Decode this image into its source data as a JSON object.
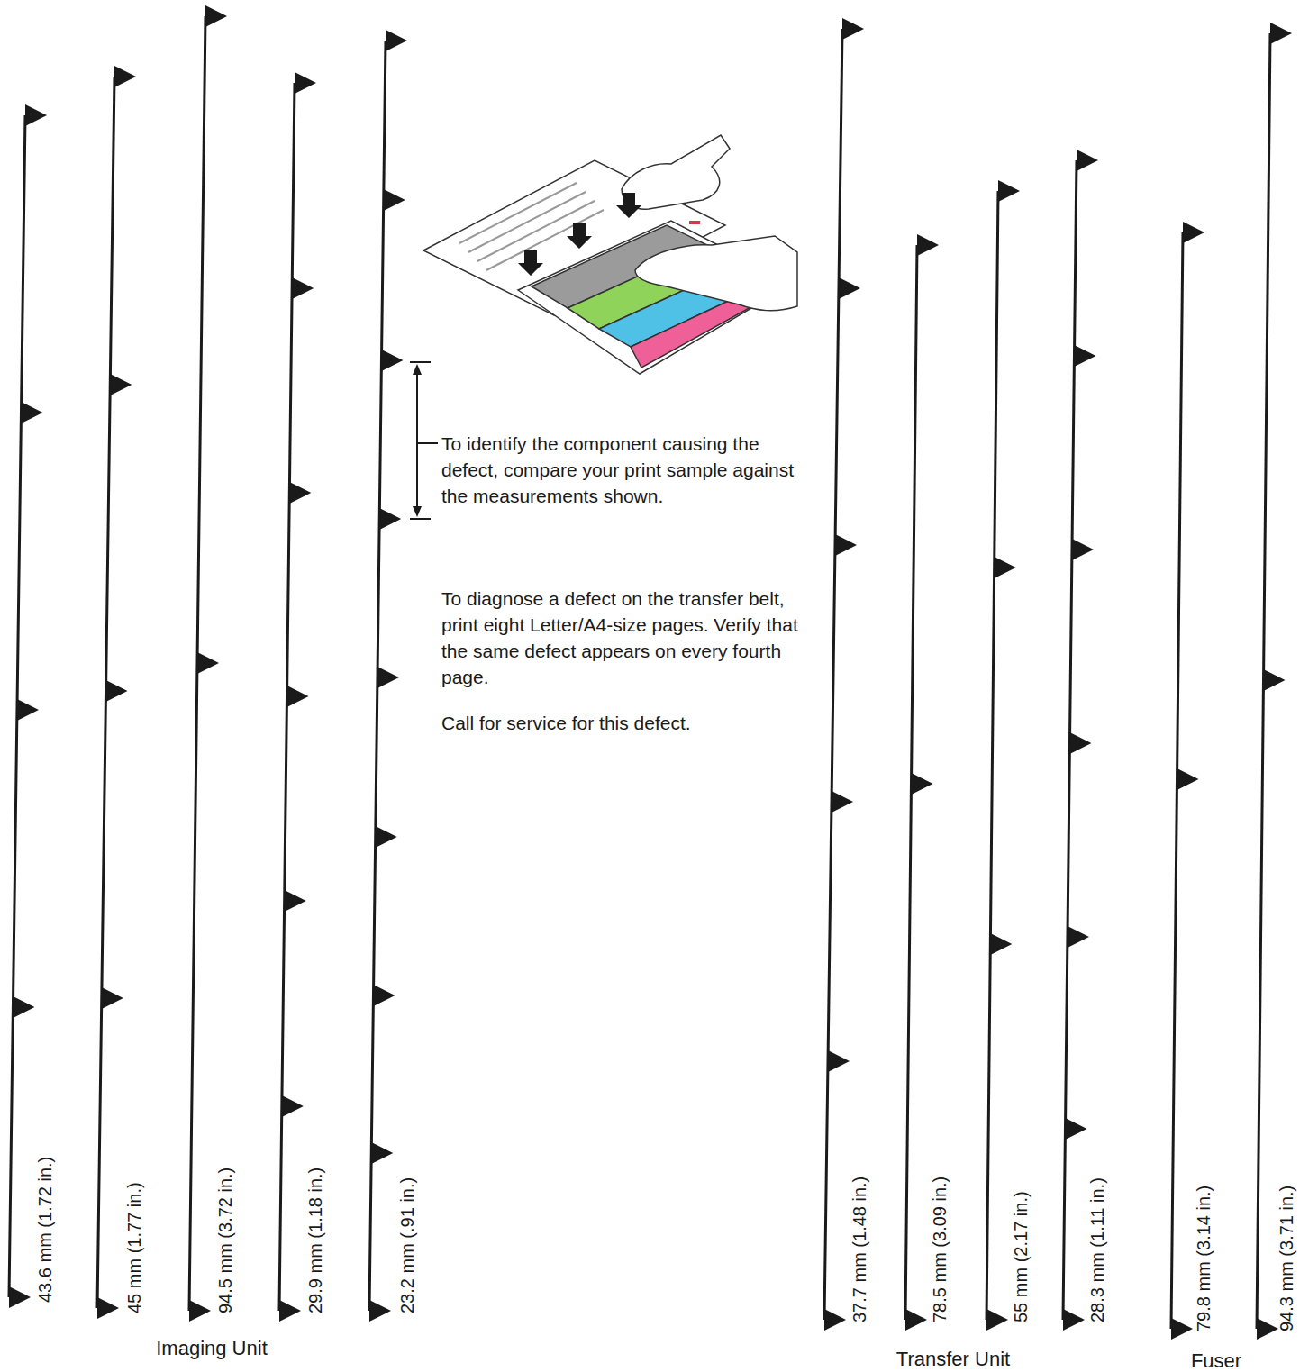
{
  "diagram": {
    "labels": [
      "43.6 mm (1.72 in.)",
      "45 mm (1.77 in.)",
      "94.5 mm (3.72 in.)",
      "29.9 mm (1.18 in.)",
      "23.2 mm (.91 in.)",
      "37.7 mm (1.48 in.)",
      "78.5 mm (3.09 in.)",
      "55 mm (2.17 in.)",
      "28.3 mm (1.11 in.)",
      "79.8 mm (3.14 in.)",
      "94.3 mm (3.71 in.)",
      "Imaging Unit",
      "Transfer Unit",
      "Fuser",
      "To identify the component causing the defect, compare your print sample against the measurements shown.",
      "To diagnose a defect on the transfer belt, print eight Letter/A4-size pages. Verify that the same defect appears on every fourth page.",
      "Call for service for this defect."
    ]
  }
}
